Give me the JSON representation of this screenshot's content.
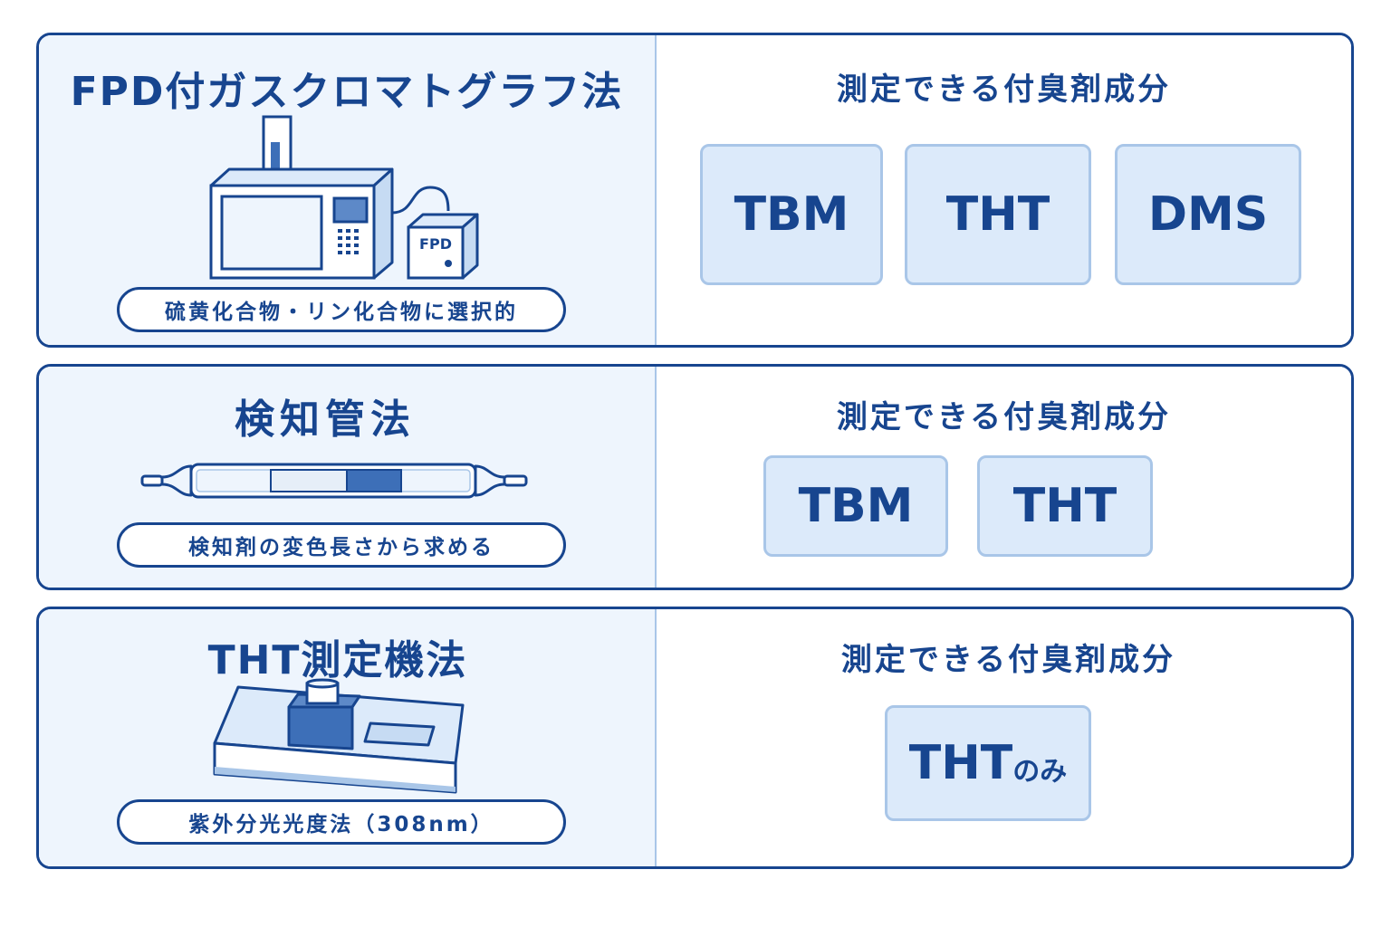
{
  "colors": {
    "primary": "#17458f",
    "panel_fill": "#eef5fd",
    "chip_fill": "#dceafa",
    "chip_border": "#a9c6e8"
  },
  "methods": [
    {
      "title": "FPD付ガスクロマトグラフ法",
      "illustration": "gas-chromatograph-icon",
      "device_label": "FPD",
      "note": "硫黄化合物・リン化合物に選択的",
      "components_heading": "測定できる付臭剤成分",
      "components": [
        {
          "label": "TBM",
          "suffix": ""
        },
        {
          "label": "THT",
          "suffix": ""
        },
        {
          "label": "DMS",
          "suffix": ""
        }
      ]
    },
    {
      "title": "検知管法",
      "illustration": "detector-tube-icon",
      "note": "検知剤の変色長さから求める",
      "components_heading": "測定できる付臭剤成分",
      "components": [
        {
          "label": "TBM",
          "suffix": ""
        },
        {
          "label": "THT",
          "suffix": ""
        }
      ]
    },
    {
      "title": "THT測定機法",
      "illustration": "tht-analyzer-icon",
      "note": "紫外分光光度法（308nm）",
      "components_heading": "測定できる付臭剤成分",
      "components": [
        {
          "label": "THT",
          "suffix": "のみ"
        }
      ]
    }
  ]
}
